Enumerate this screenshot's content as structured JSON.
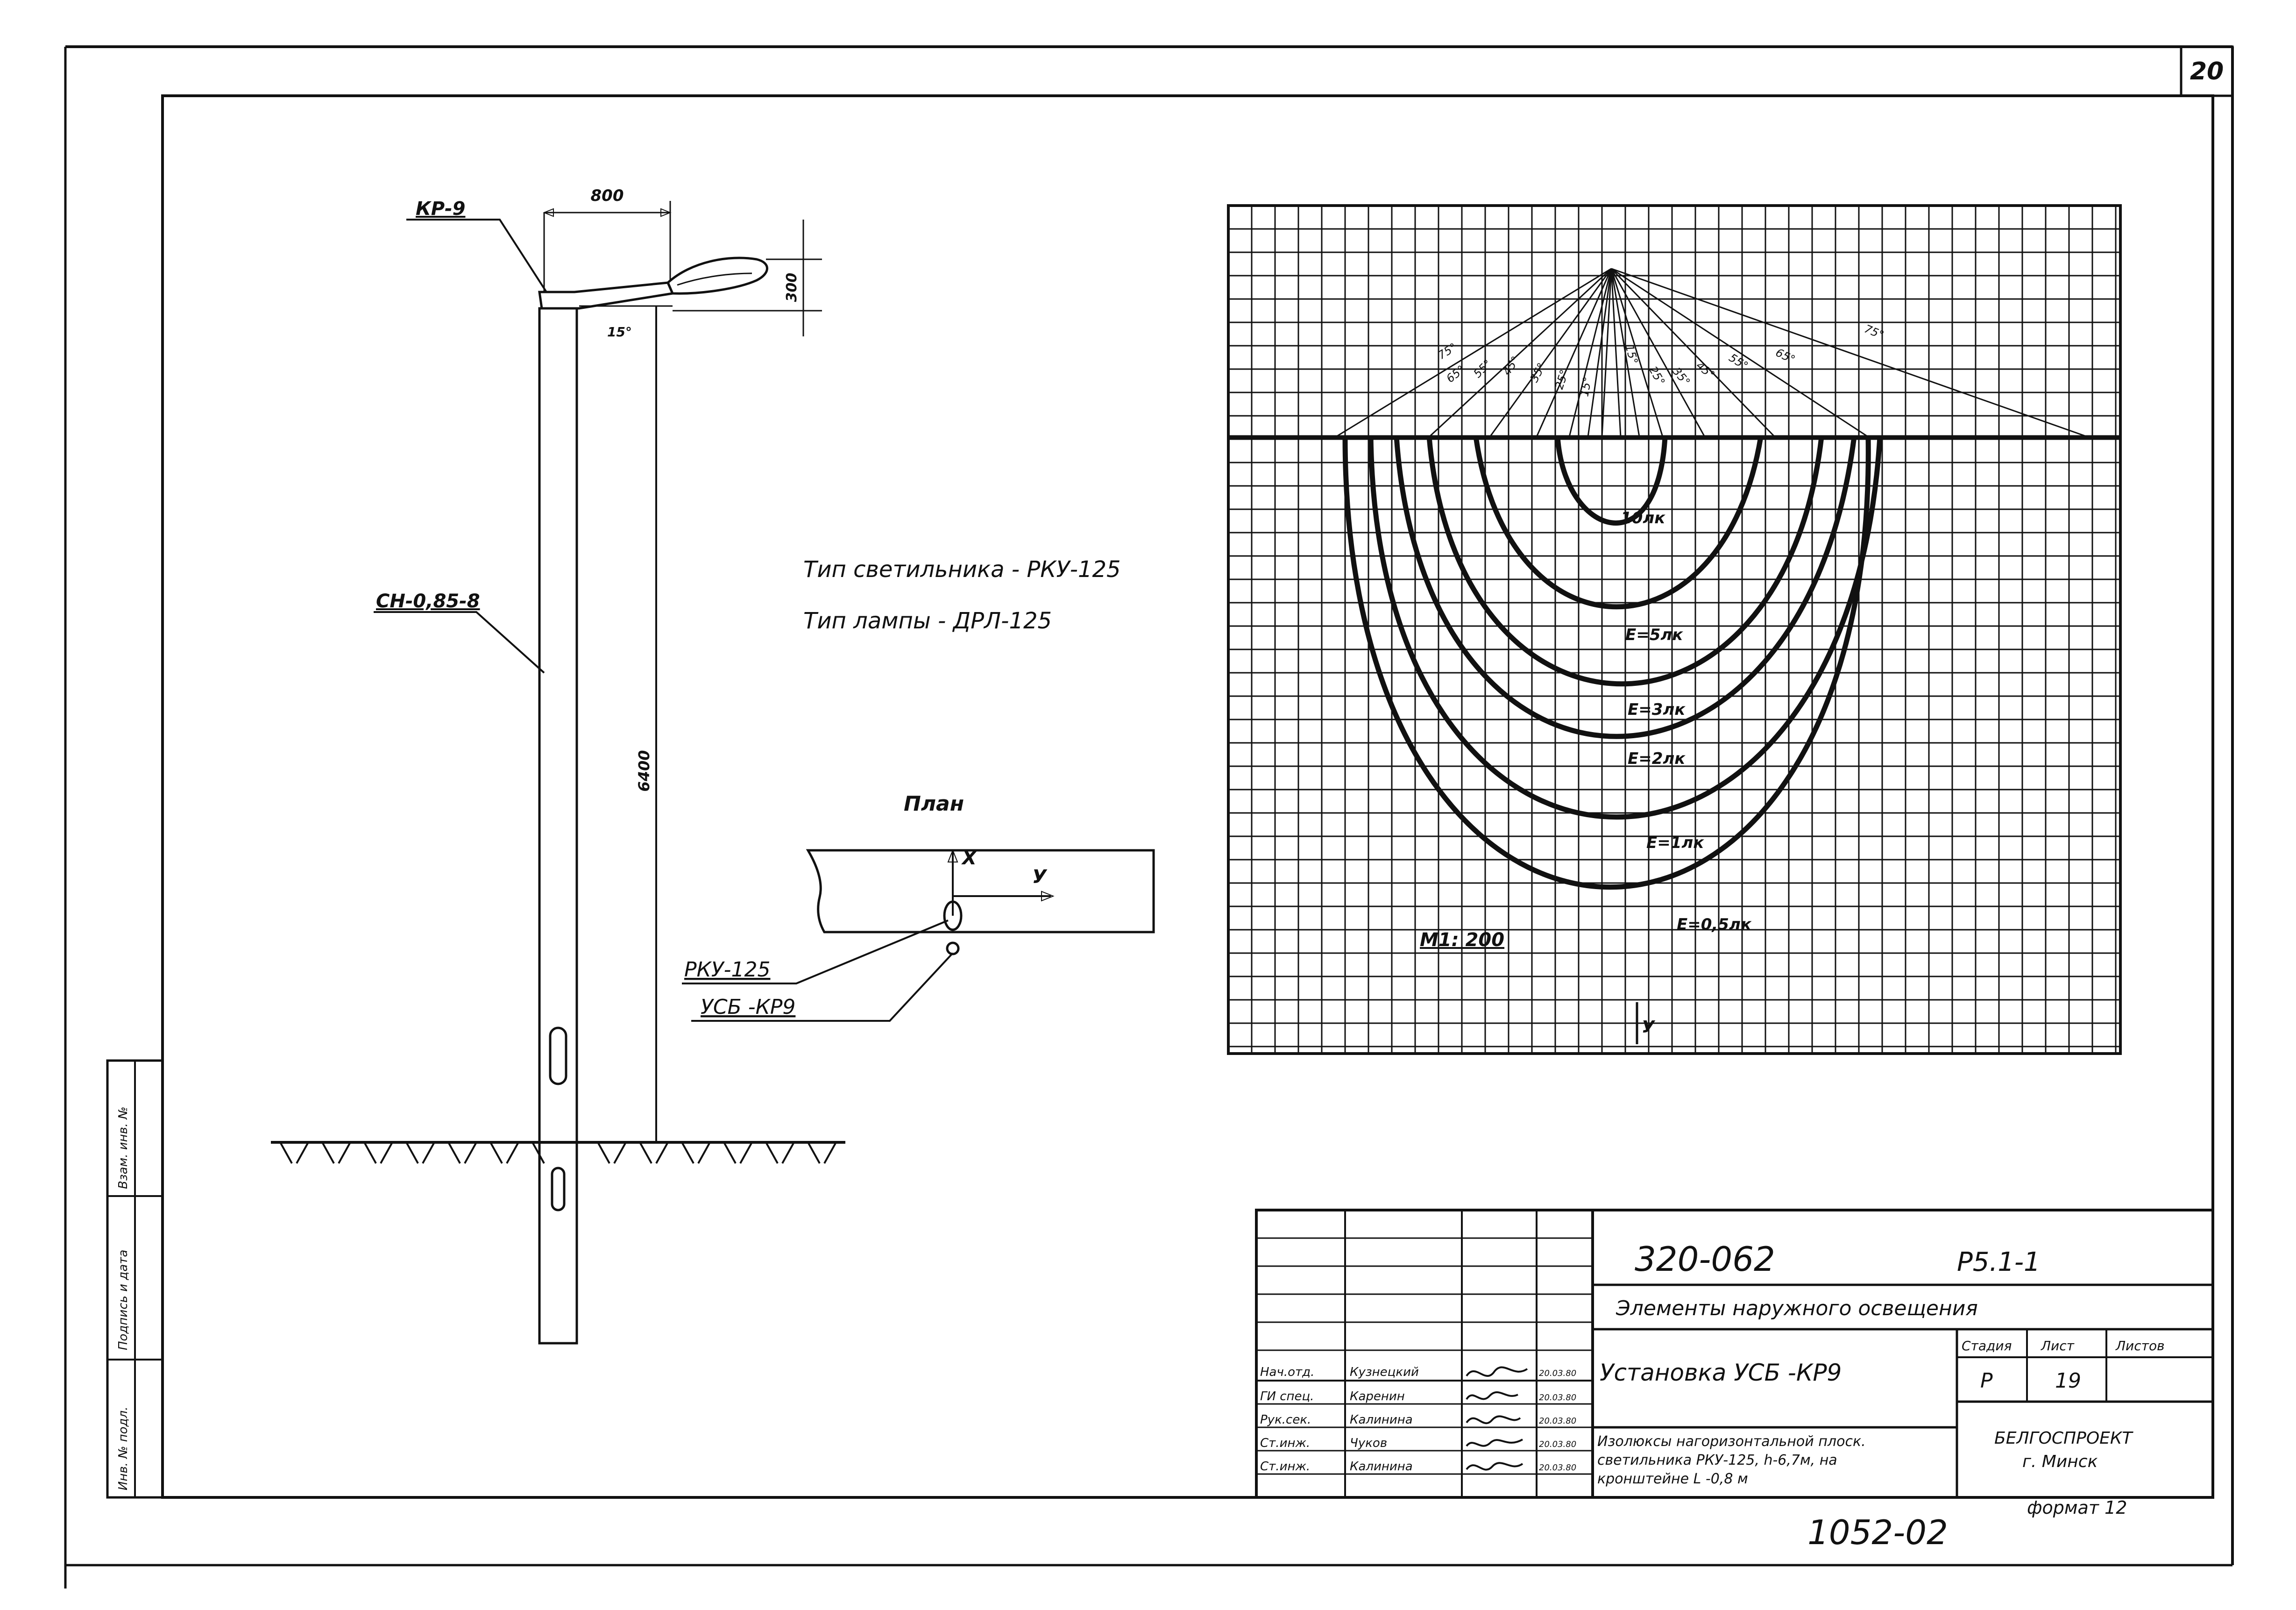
{
  "sheet": {
    "sheet_number": "20",
    "format_note": "формат 12",
    "archive_number": "1052-02"
  },
  "side_stamp": {
    "labels": [
      "Инв. № подл.",
      "Подпись и дата",
      "Взам. инв. №"
    ]
  },
  "elevation": {
    "bracket_label": "КР-9",
    "column_label": "СН-0,85-8",
    "dim_width": "800",
    "dim_height": "300",
    "angle": "15°",
    "dim_pole_height": "6400"
  },
  "fixture_info": {
    "luminaire_type": "Тип светильника - РКУ-125",
    "lamp_type": "Тип лампы - ДРЛ-125"
  },
  "plan": {
    "title": "План",
    "axis_x": "Х",
    "axis_y": "У",
    "luminaire_label": "РКУ-125",
    "install_label": "УСБ -КР9"
  },
  "isolux_chart": {
    "scale_label": "М1: 200",
    "axis_y": "У",
    "contours": [
      "10лк",
      "Е=5лк",
      "Е=3лк",
      "Е=2лк",
      "Е=1лк",
      "Е=0,5лк"
    ],
    "ray_angles_left": [
      "75°",
      "65°",
      "55°",
      "45°",
      "35°",
      "25°",
      "15°"
    ],
    "ray_angles_right": [
      "15°",
      "25°",
      "35°",
      "45°",
      "55°",
      "65°",
      "75°"
    ]
  },
  "chart_data": {
    "type": "diagram",
    "title": "",
    "xlabel": "",
    "ylabel": "У",
    "scale": "М1: 200",
    "series": [
      {
        "name": "10лк",
        "values": []
      },
      {
        "name": "Е=5лк",
        "values": []
      },
      {
        "name": "Е=3лк",
        "values": []
      },
      {
        "name": "Е=2лк",
        "values": []
      },
      {
        "name": "Е=1лк",
        "values": []
      },
      {
        "name": "Е=0,5лк",
        "values": []
      }
    ],
    "grid": true
  },
  "title_block": {
    "doc_code": "320-062",
    "sheet_code": "Р5.1-1",
    "subject": "Элементы наружного освещения",
    "drawing_title": "Установка УСБ -КР9",
    "description_lines": [
      "Изолюксы нагоризонтальной плоск.",
      "светильника РКУ-125, h-6,7м, на",
      "кронштейне L -0,8 м"
    ],
    "stage_header": "Стадия",
    "sheet_header": "Лист",
    "sheets_header": "Листов",
    "stage_value": "Р",
    "sheet_value": "19",
    "sheets_value": "",
    "organization": "БЕЛГОСПРОЕКТ",
    "city": "г. Минск",
    "signatures": [
      {
        "role": "Нач.отд.",
        "name": "Кузнецкий",
        "date": "20.03.80"
      },
      {
        "role": "ГИ спец.",
        "name": "Каренин",
        "date": "20.03.80"
      },
      {
        "role": "Рук.сек.",
        "name": "Калинина",
        "date": "20.03.80"
      },
      {
        "role": "Ст.инж.",
        "name": "Чуков",
        "date": "20.03.80"
      },
      {
        "role": "Ст.инж.",
        "name": "Калинина",
        "date": "20.03.80"
      }
    ]
  }
}
